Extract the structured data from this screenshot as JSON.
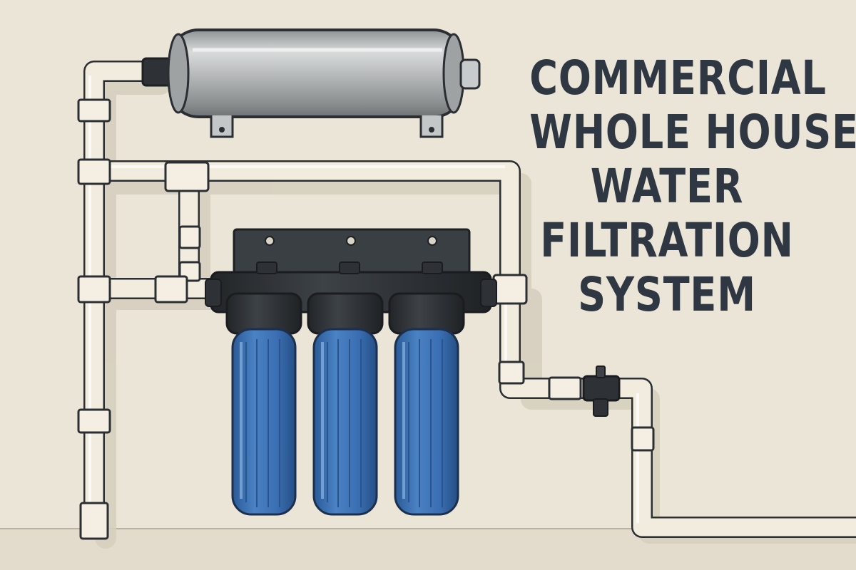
{
  "title": {
    "lines": [
      "COMMERCIAL",
      "WHOLE HOUSE",
      "WATER",
      "FILTRATION",
      "SYSTEM"
    ]
  },
  "colors": {
    "background": "#ebe5d8",
    "title_text": "#2f3842",
    "pipe": "#f1ecdd",
    "outline": "#2b2f33",
    "filter_housing_blue": "#3b6fb3",
    "filter_cap_black": "#2e3236",
    "tank_steel": "#b9bcbd"
  },
  "components": [
    {
      "name": "pressure-tank",
      "icon": "steel-tank-icon"
    },
    {
      "name": "filter-housing-1",
      "icon": "blue-filter-canister-icon"
    },
    {
      "name": "filter-housing-2",
      "icon": "blue-filter-canister-icon"
    },
    {
      "name": "filter-housing-3",
      "icon": "blue-filter-canister-icon"
    },
    {
      "name": "shutoff-valve",
      "icon": "ball-valve-icon"
    },
    {
      "name": "mounting-bracket",
      "icon": "bracket-icon"
    }
  ]
}
